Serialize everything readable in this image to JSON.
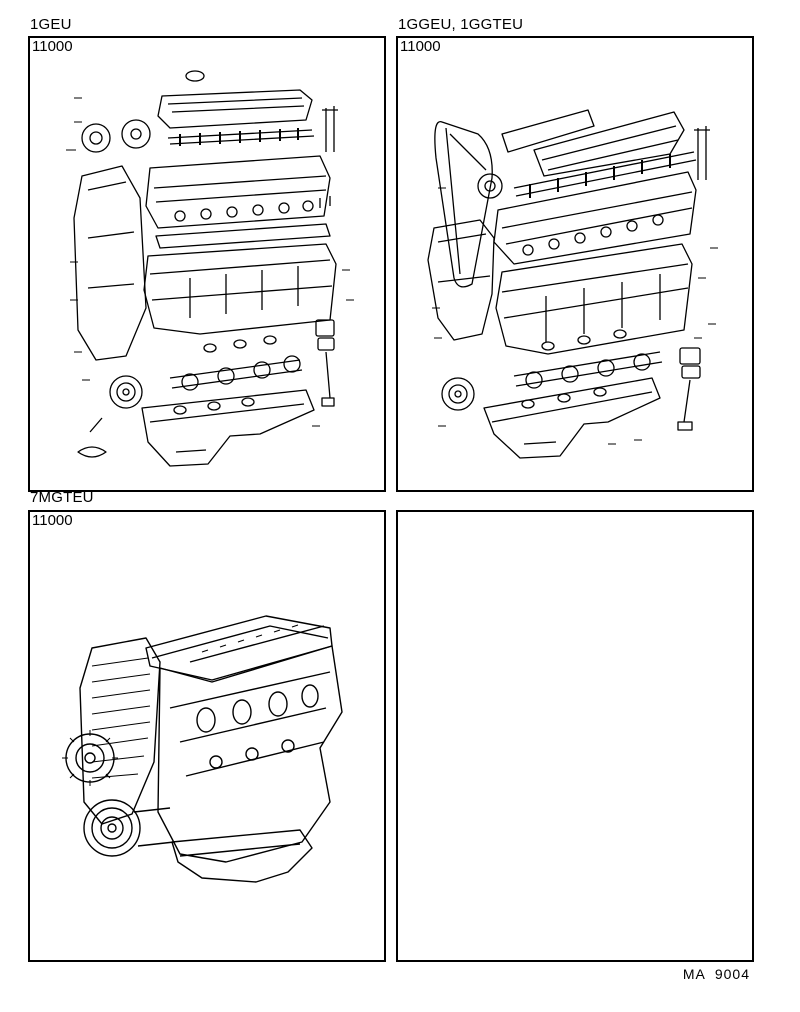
{
  "panels": [
    {
      "engine": "1GEU",
      "part_number": "11000",
      "illustration": "exploded-engine-1geu"
    },
    {
      "engine": "1GGEU, 1GGTEU",
      "part_number": "11000",
      "illustration": "exploded-engine-1ggeu"
    },
    {
      "engine": "7MGTEU",
      "part_number": "11000",
      "illustration": "assembled-engine-7mgteu"
    },
    {
      "engine": "",
      "part_number": "",
      "illustration": "empty"
    }
  ],
  "footer": {
    "code": "MA  9004"
  }
}
